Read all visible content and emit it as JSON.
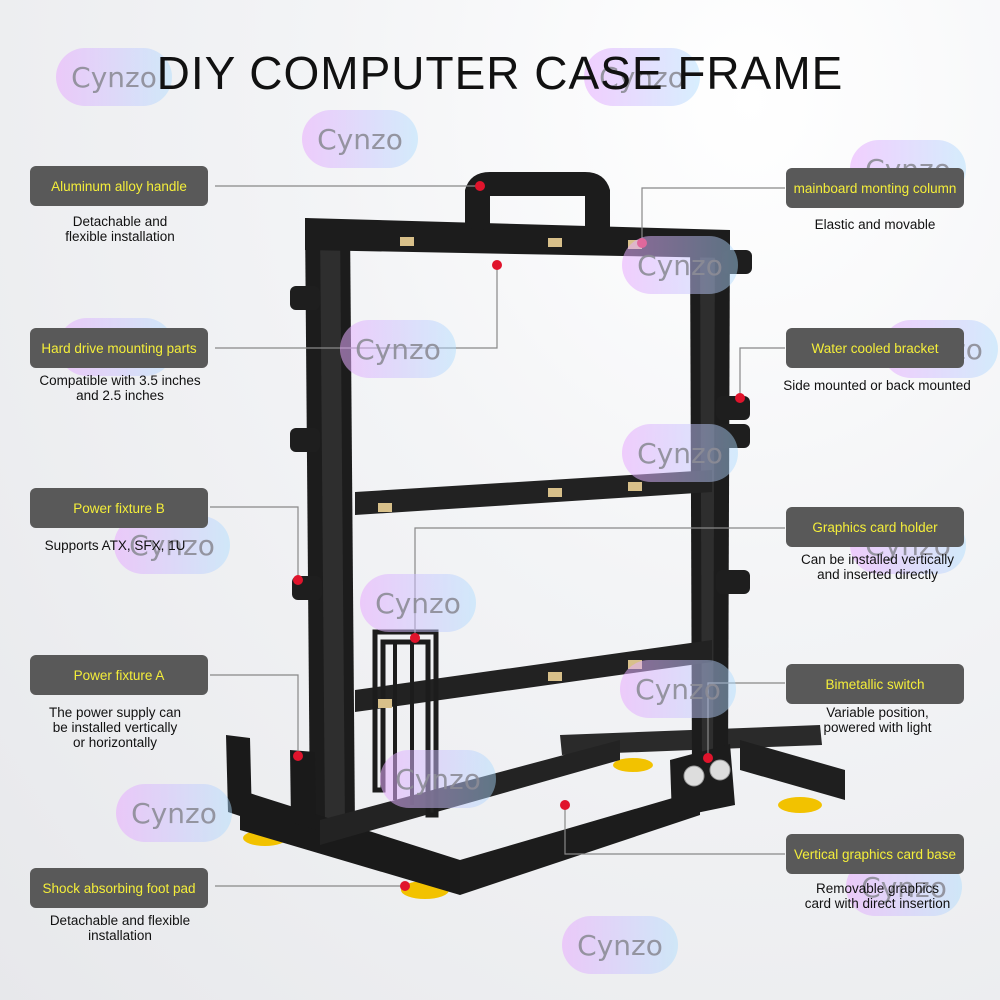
{
  "title": "DIY COMPUTER CASE FRAME",
  "watermark": "Cynzo",
  "colors": {
    "label_bg": "#595959",
    "label_text": "#f4ee3a",
    "frame": "#1c1c1c",
    "foot": "#f2c200",
    "dot": "#e0142c"
  },
  "callouts": {
    "handle": {
      "label": "Aluminum alloy handle",
      "desc": "Detachable and\nflexible installation"
    },
    "hdd": {
      "label": "Hard drive mounting parts",
      "desc": "Compatible with 3.5 inches\nand 2.5 inches"
    },
    "psu_b": {
      "label": "Power fixture B",
      "desc": "Supports ATX, SFX, 1U"
    },
    "psu_a": {
      "label": "Power fixture A",
      "desc": "The power supply can\nbe installed vertically\nor horizontally"
    },
    "foot": {
      "label": "Shock absorbing foot pad",
      "desc": "Detachable and flexible\ninstallation"
    },
    "mb_column": {
      "label": "mainboard monting column",
      "desc": "Elastic and movable"
    },
    "water": {
      "label": "Water cooled bracket",
      "desc": "Side mounted or back mounted"
    },
    "gpu_holder": {
      "label": "Graphics card holder",
      "desc": "Can be installed vertically\nand inserted directly"
    },
    "switch": {
      "label": "Bimetallic switch",
      "desc": "Variable position,\npowered with light"
    },
    "gpu_base": {
      "label": "Vertical graphics card base",
      "desc": "Removable graphics\ncard with direct insertion"
    }
  }
}
